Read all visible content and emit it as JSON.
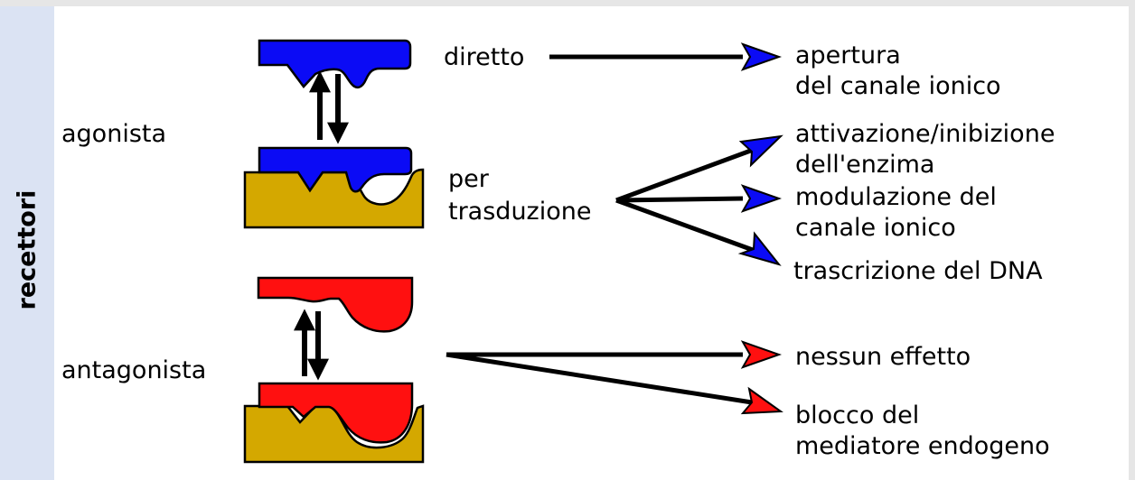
{
  "sidebar": {
    "title": "recettori"
  },
  "labels": {
    "agonist": "agonista",
    "antagonist": "antagonista",
    "direct": "diretto",
    "transduction": [
      "per",
      "trasduzione"
    ]
  },
  "outcomes": {
    "ion_channel_opening": [
      "apertura",
      "del canale ionico"
    ],
    "enzyme": [
      "attivazione/inibizione",
      "dell'enzima"
    ],
    "channel_modulation": [
      "modulazione del",
      "canale ionico"
    ],
    "dna": [
      "trascrizione del DNA"
    ],
    "no_effect": [
      "nessun effetto"
    ],
    "block": [
      "blocco del",
      "mediatore endogeno"
    ]
  },
  "colors": {
    "agonist": "#0b0bf5",
    "antagonist": "#ff1010",
    "receptor": "#d4a800",
    "sidebar": "#dbe3f3",
    "background": "#e6e6e6"
  }
}
